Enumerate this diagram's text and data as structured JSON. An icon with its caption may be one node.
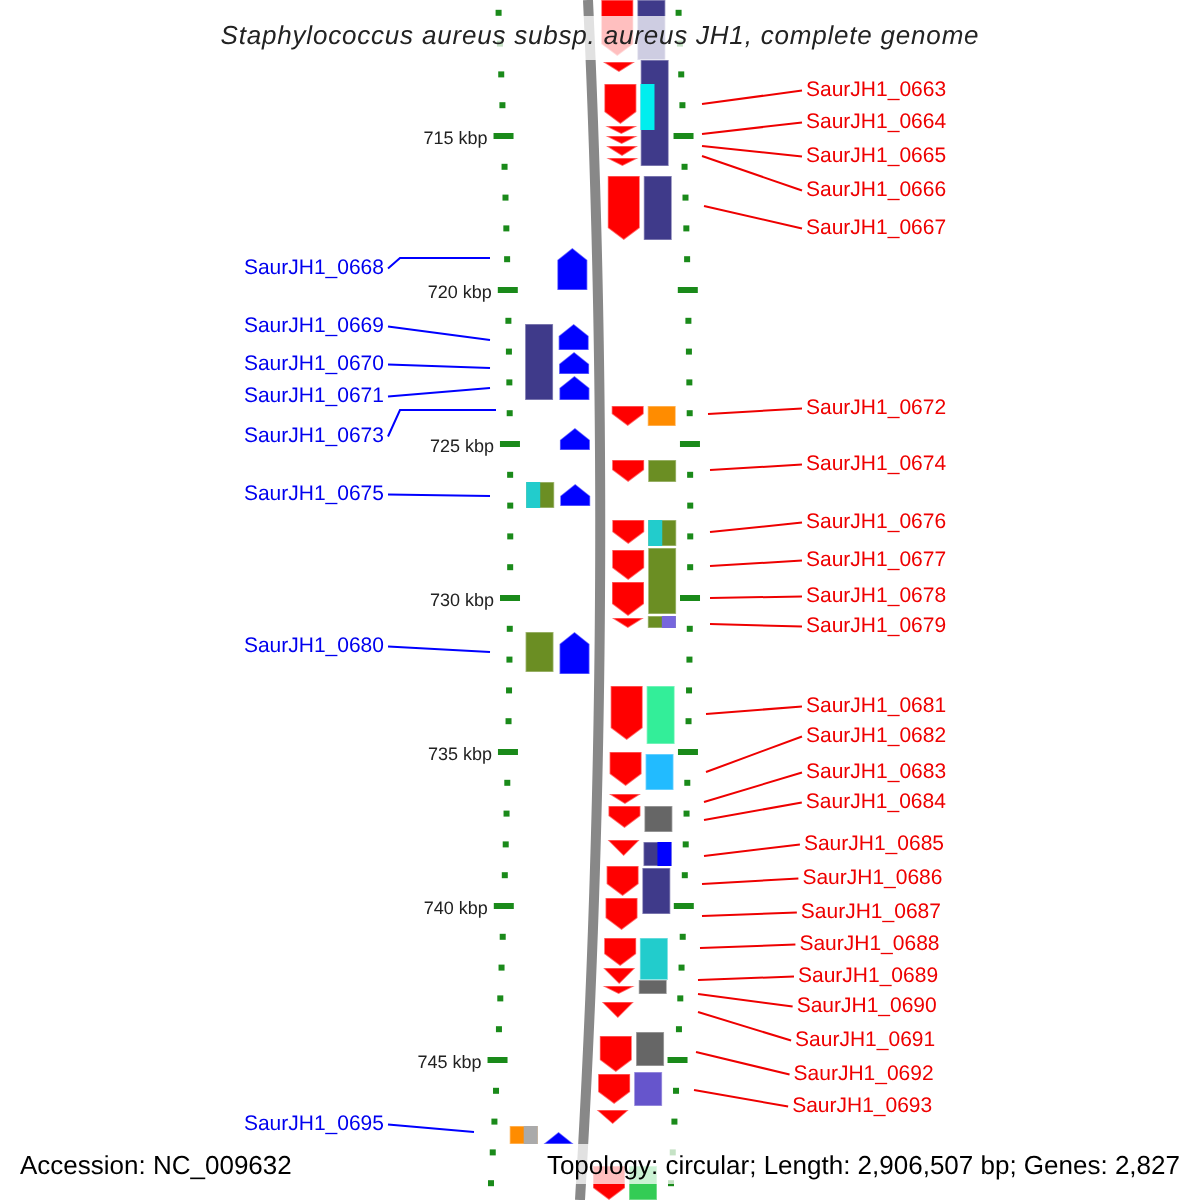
{
  "diagram": {
    "title": "Staphylococcus aureus subsp. aureus JH1, complete genome",
    "nodes": [
      {
        "text": [
          "SaurJH1_0663"
        ]
      },
      {
        "text": [
          "SaurJH1_0664"
        ]
      },
      {
        "text": [
          "SaurJH1_0665"
        ]
      },
      {
        "text": [
          "SaurJH1_0666"
        ]
      },
      {
        "text": [
          "SaurJH1_0667"
        ]
      },
      {
        "text": [
          "SaurJH1_0668"
        ]
      },
      {
        "text": [
          "SaurJH1_0669"
        ]
      },
      {
        "text": [
          "SaurJH1_0670"
        ]
      },
      {
        "text": [
          "SaurJH1_0671"
        ]
      },
      {
        "text": [
          "SaurJH1_0672"
        ]
      },
      {
        "text": [
          "SaurJH1_0673"
        ]
      },
      {
        "text": [
          "SaurJH1_0674"
        ]
      },
      {
        "text": [
          "SaurJH1_0675"
        ]
      },
      {
        "text": [
          "SaurJH1_0676"
        ]
      },
      {
        "text": [
          "SaurJH1_0677"
        ]
      },
      {
        "text": [
          "SaurJH1_0678"
        ]
      },
      {
        "text": [
          "SaurJH1_0679"
        ]
      },
      {
        "text": [
          "SaurJH1_0680"
        ]
      },
      {
        "text": [
          "SaurJH1_0681"
        ]
      },
      {
        "text": [
          "SaurJH1_0682"
        ]
      },
      {
        "text": [
          "SaurJH1_0683"
        ]
      },
      {
        "text": [
          "SaurJH1_0684"
        ]
      },
      {
        "text": [
          "SaurJH1_0685"
        ]
      },
      {
        "text": [
          "SaurJH1_0686"
        ]
      },
      {
        "text": [
          "SaurJH1_0687"
        ]
      },
      {
        "text": [
          "SaurJH1_0688"
        ]
      },
      {
        "text": [
          "SaurJH1_0689"
        ]
      },
      {
        "text": [
          "SaurJH1_0690"
        ]
      },
      {
        "text": [
          "SaurJH1_0691"
        ]
      },
      {
        "text": [
          "SaurJH1_0692"
        ]
      },
      {
        "text": [
          "SaurJH1_0693"
        ]
      },
      {
        "text": [
          "SaurJH1_0695"
        ]
      }
    ],
    "edges": [
      {
        "from": 0,
        "to": null,
        "arrow": "none"
      },
      {
        "from": 1,
        "to": null,
        "arrow": "none"
      },
      {
        "from": 2,
        "to": null,
        "arrow": "none"
      },
      {
        "from": 3,
        "to": null,
        "arrow": "none"
      },
      {
        "from": 4,
        "to": null,
        "arrow": "none"
      },
      {
        "from": 5,
        "to": null,
        "arrow": "none",
        "color": "#0000ff"
      },
      {
        "from": 6,
        "to": null,
        "arrow": "none",
        "color": "#0000ff"
      },
      {
        "from": 7,
        "to": null,
        "arrow": "none",
        "color": "#0000ff"
      },
      {
        "from": 8,
        "to": null,
        "arrow": "none",
        "color": "#0000ff"
      },
      {
        "from": 9,
        "to": null,
        "arrow": "none"
      },
      {
        "from": 10,
        "to": null,
        "arrow": "none",
        "color": "#0000ff"
      },
      {
        "from": 11,
        "to": null,
        "arrow": "none"
      },
      {
        "from": 12,
        "to": null,
        "arrow": "none",
        "color": "#0000ff"
      },
      {
        "from": 13,
        "to": null,
        "arrow": "none"
      },
      {
        "from": 14,
        "to": null,
        "arrow": "none"
      },
      {
        "from": 15,
        "to": null,
        "arrow": "none"
      },
      {
        "from": 16,
        "to": null,
        "arrow": "none"
      },
      {
        "from": 17,
        "to": null,
        "arrow": "none",
        "color": "#0000ff"
      },
      {
        "from": 18,
        "to": null,
        "arrow": "none"
      },
      {
        "from": 19,
        "to": null,
        "arrow": "none"
      },
      {
        "from": 20,
        "to": null,
        "arrow": "none"
      },
      {
        "from": 21,
        "to": null,
        "arrow": "none"
      },
      {
        "from": 22,
        "to": null,
        "arrow": "none"
      },
      {
        "from": 23,
        "to": null,
        "arrow": "none"
      },
      {
        "from": 24,
        "to": null,
        "arrow": "none"
      },
      {
        "from": 25,
        "to": null,
        "arrow": "none"
      },
      {
        "from": 26,
        "to": null,
        "arrow": "none"
      },
      {
        "from": 27,
        "to": null,
        "arrow": "none"
      },
      {
        "from": 28,
        "to": null,
        "arrow": "none"
      },
      {
        "from": 29,
        "to": null,
        "arrow": "none"
      },
      {
        "from": 30,
        "to": null,
        "arrow": "none"
      },
      {
        "from": 31,
        "to": null,
        "arrow": "none",
        "color": "#0000ff"
      }
    ],
    "labels": [
      "715 kbp",
      "720 kbp",
      "725 kbp",
      "730 kbp",
      "735 kbp",
      "740 kbp",
      "745 kbp",
      "Accession: NC_009632",
      "Topology: circular; Length: 2,906,507 bp; Genes: 2,827"
    ]
  }
}
